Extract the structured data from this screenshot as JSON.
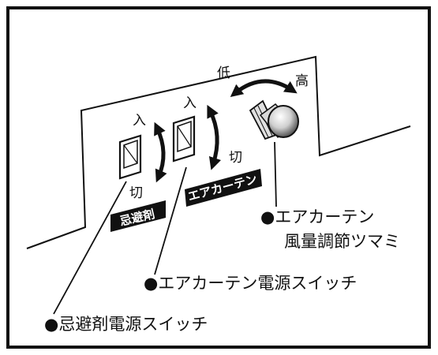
{
  "switch_marks": {
    "on_left": "入",
    "off_left": "切",
    "on_right": "入",
    "off_right": "切",
    "low": "低",
    "high": "高"
  },
  "plates": {
    "repellent": "忌避剤",
    "air_curtain": "エアカーテン"
  },
  "callouts": {
    "knob_line1": "●エアカーテン",
    "knob_line2": "風量調節ツマミ",
    "air_curtain_switch": "●エアカーテン電源スイッチ",
    "repellent_switch": "●忌避剤電源スイッチ"
  }
}
